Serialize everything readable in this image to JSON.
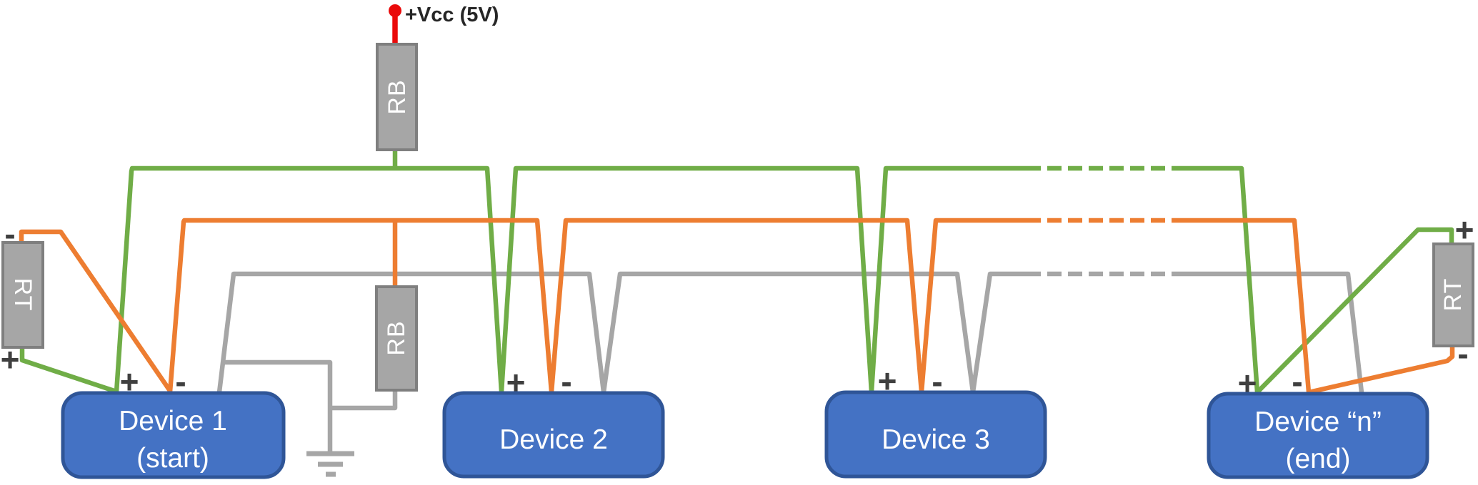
{
  "colors": {
    "green": "#70ad47",
    "orange": "#ed7d31",
    "gray": "#a6a6a6",
    "red": "#ea0a0a",
    "device_fill": "#4472c4",
    "device_border": "#2f5597",
    "device_text": "#ffffff",
    "resistor_fill": "#a6a6a6",
    "resistor_border": "#7f7f7f",
    "resistor_text": "#ffffff",
    "pin_label": "#3f3f3f",
    "supply_text": "#262626",
    "background": "#ffffff"
  },
  "supply": {
    "label": "+Vcc (5V)"
  },
  "pins": {
    "plus": "+",
    "minus": "-"
  },
  "resistors": [
    {
      "id": "rb-top",
      "label": "RB"
    },
    {
      "id": "rb-bias",
      "label": "RB"
    },
    {
      "id": "rt-left",
      "label": "RT"
    },
    {
      "id": "rt-right",
      "label": "RT"
    }
  ],
  "devices": [
    {
      "line1": "Device 1",
      "line2": "(start)"
    },
    {
      "line1": "Device 2",
      "line2": ""
    },
    {
      "line1": "Device 3",
      "line2": ""
    },
    {
      "line1": "Device “n”",
      "line2": "(end)"
    }
  ]
}
